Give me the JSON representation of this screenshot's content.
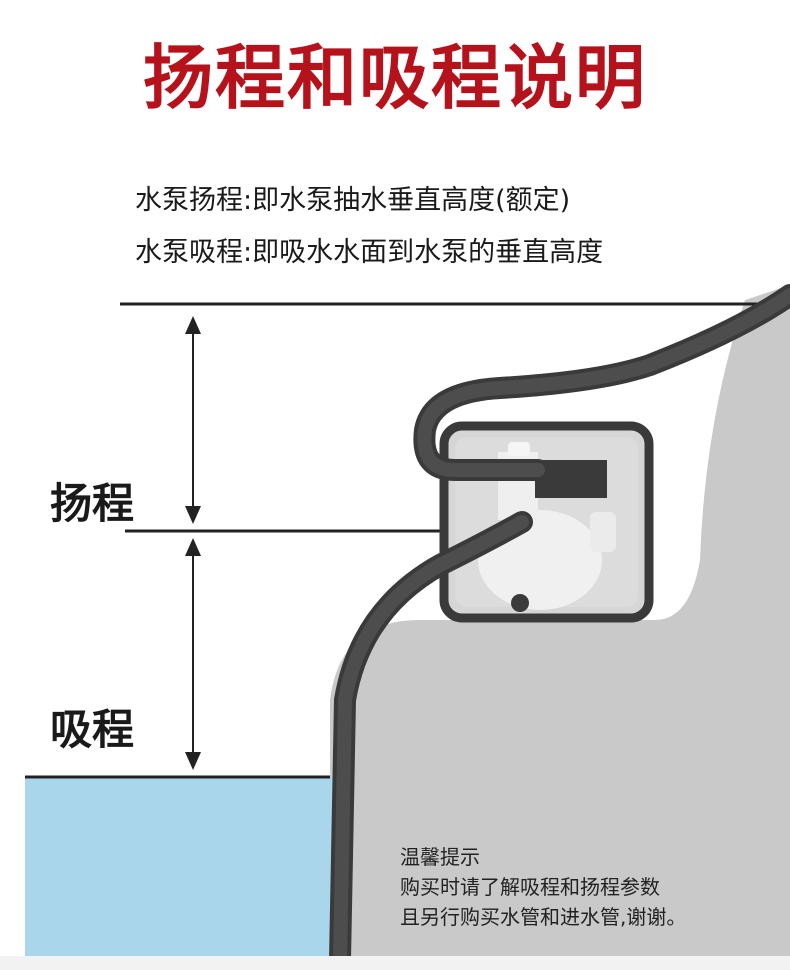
{
  "title": "扬程和吸程说明",
  "definitions": {
    "lift": "水泵扬程:即水泵抽水垂直高度(额定)",
    "suction": "水泵吸程:即吸水水面到水泵的垂直高度"
  },
  "labels": {
    "lift": "扬程",
    "suction": "吸程"
  },
  "tips": {
    "heading": "温馨提示",
    "line1": "购买时请了解吸程和扬程参数",
    "line2": "且另行购买水管和进水管,谢谢。"
  },
  "colors": {
    "title": "#b5121b",
    "water": "#aad6ec",
    "ground": "#c9c9c9",
    "hose": "#4a4a4a"
  }
}
